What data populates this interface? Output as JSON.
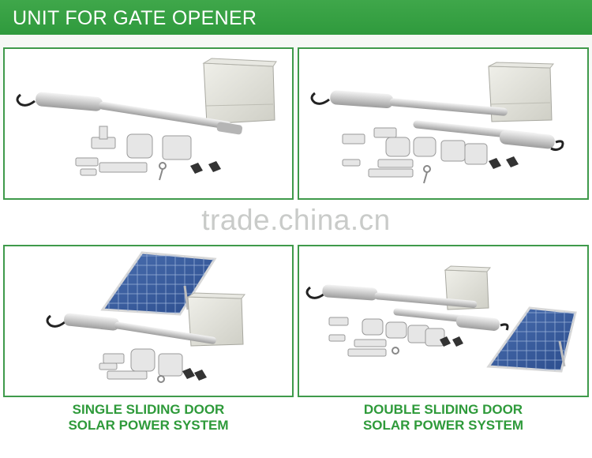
{
  "header": {
    "title": "UNIT FOR GATE OPENER"
  },
  "watermark": "trade.china.cn",
  "colors": {
    "accent": "#2f9a3d",
    "panel_border": "#3f9a4b",
    "caption": "#2e9a3a"
  },
  "products": [
    {
      "id": "single-opener",
      "kind": "single-arm-opener-kit"
    },
    {
      "id": "double-opener",
      "kind": "double-arm-opener-kit"
    },
    {
      "id": "single-solar",
      "kind": "single-arm-opener-kit-with-solar-panel"
    },
    {
      "id": "double-solar",
      "kind": "double-arm-opener-kit-with-solar-panel"
    }
  ],
  "captions": [
    {
      "line1": "SINGLE SLIDING DOOR",
      "line2": "SOLAR POWER SYSTEM"
    },
    {
      "line1": "DOUBLE SLIDING DOOR",
      "line2": "SOLAR POWER SYSTEM"
    }
  ]
}
